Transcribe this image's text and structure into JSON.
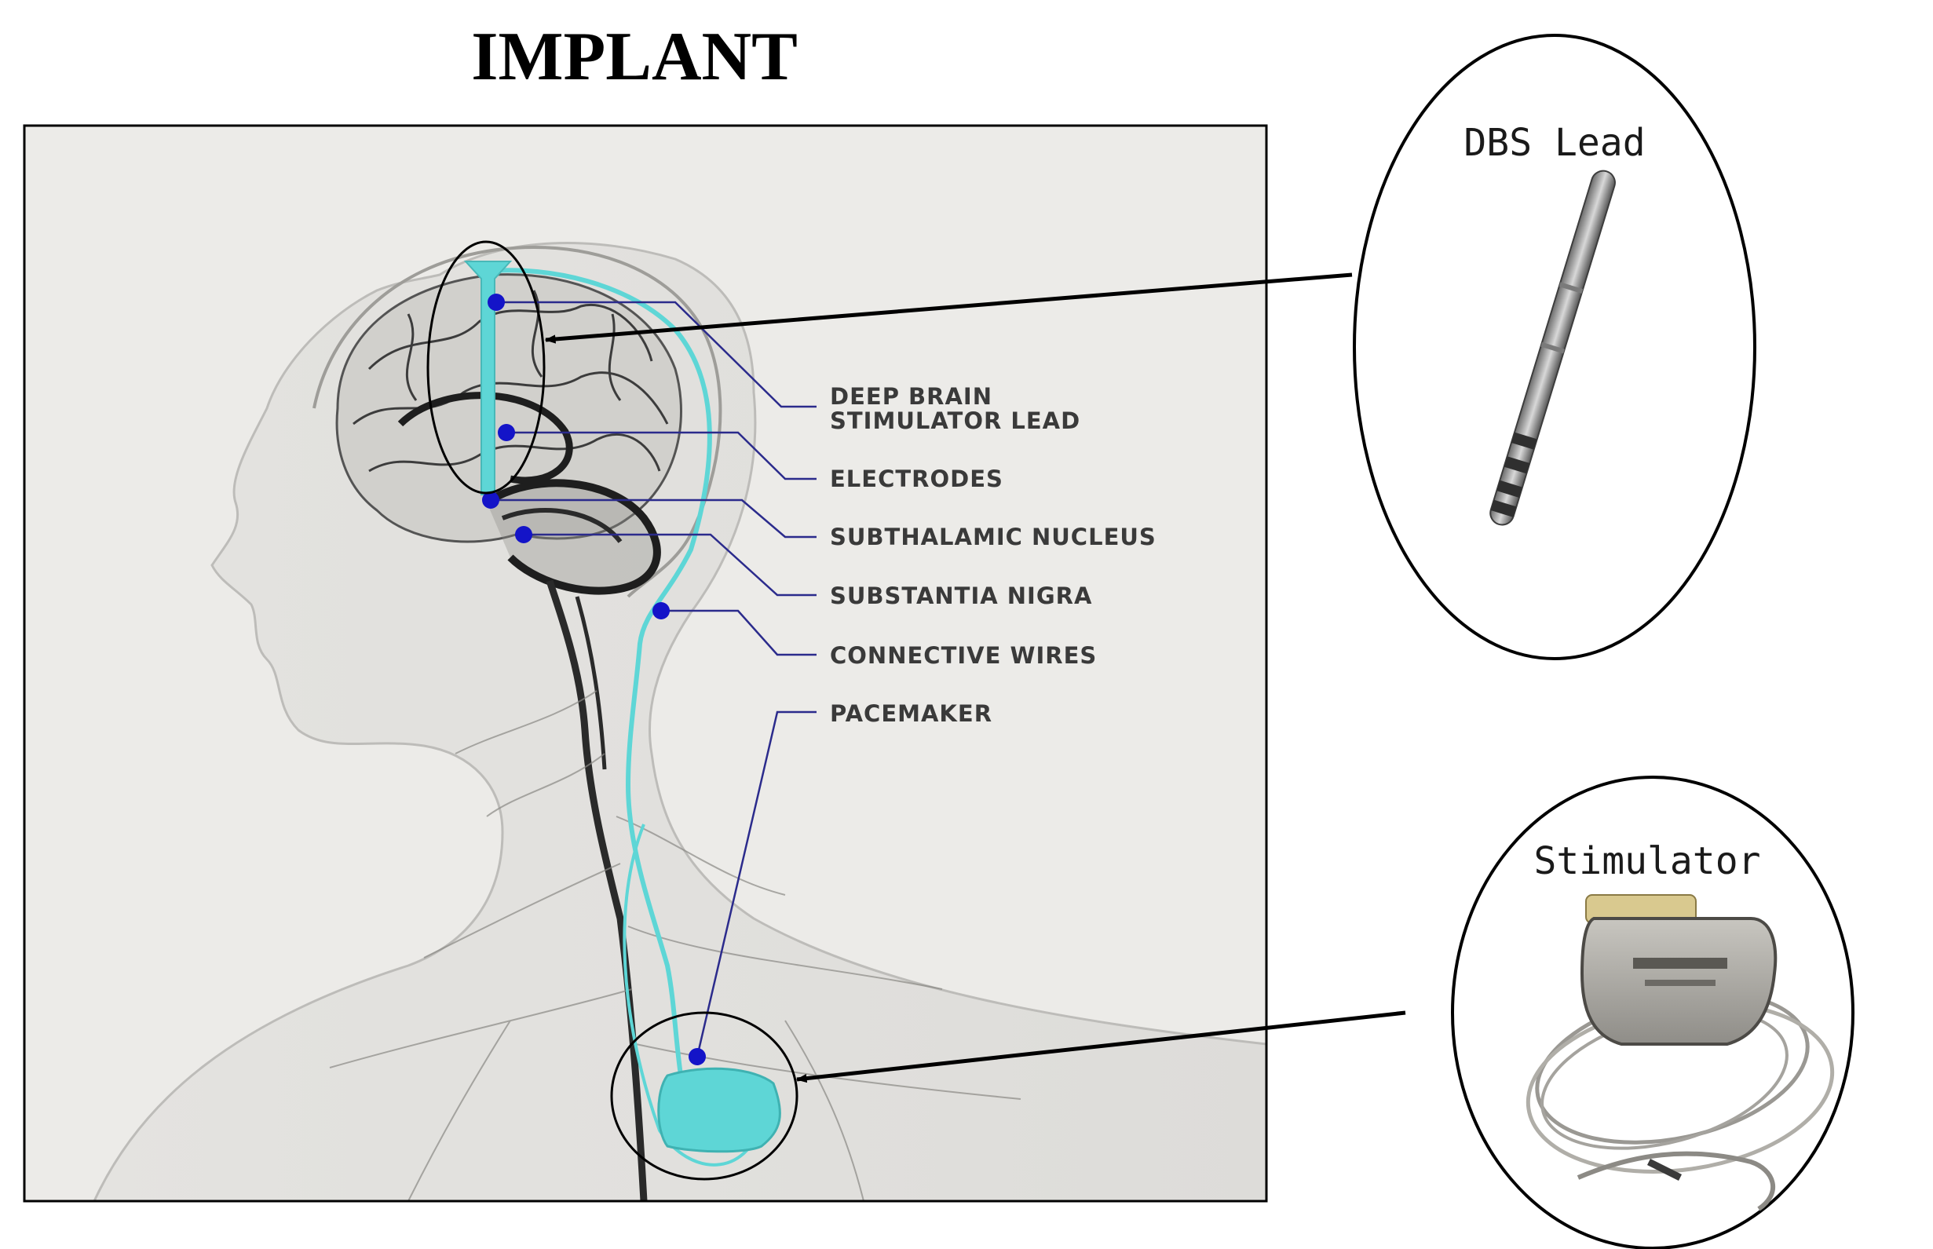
{
  "title": "IMPLANT",
  "callouts": [
    {
      "id": "lead",
      "lines": [
        "DEEP BRAIN",
        "STIMULATOR LEAD"
      ]
    },
    {
      "id": "electrodes",
      "lines": [
        "ELECTRODES"
      ]
    },
    {
      "id": "stn",
      "lines": [
        "SUBTHALAMIC NUCLEUS"
      ]
    },
    {
      "id": "sn",
      "lines": [
        "SUBSTANTIA NIGRA"
      ]
    },
    {
      "id": "wires",
      "lines": [
        "CONNECTIVE WIRES"
      ]
    },
    {
      "id": "pacemaker",
      "lines": [
        "PACEMAKER"
      ]
    }
  ],
  "insets": {
    "dbs_lead": {
      "label": "DBS Lead"
    },
    "stimulator": {
      "label": "Stimulator"
    }
  },
  "colors": {
    "marker": "#1414c8",
    "callout_line": "#2b2b8c",
    "implant_cyan": "#5ed6d6",
    "panel_bg": "#ecebe8",
    "outline": "#000000"
  }
}
